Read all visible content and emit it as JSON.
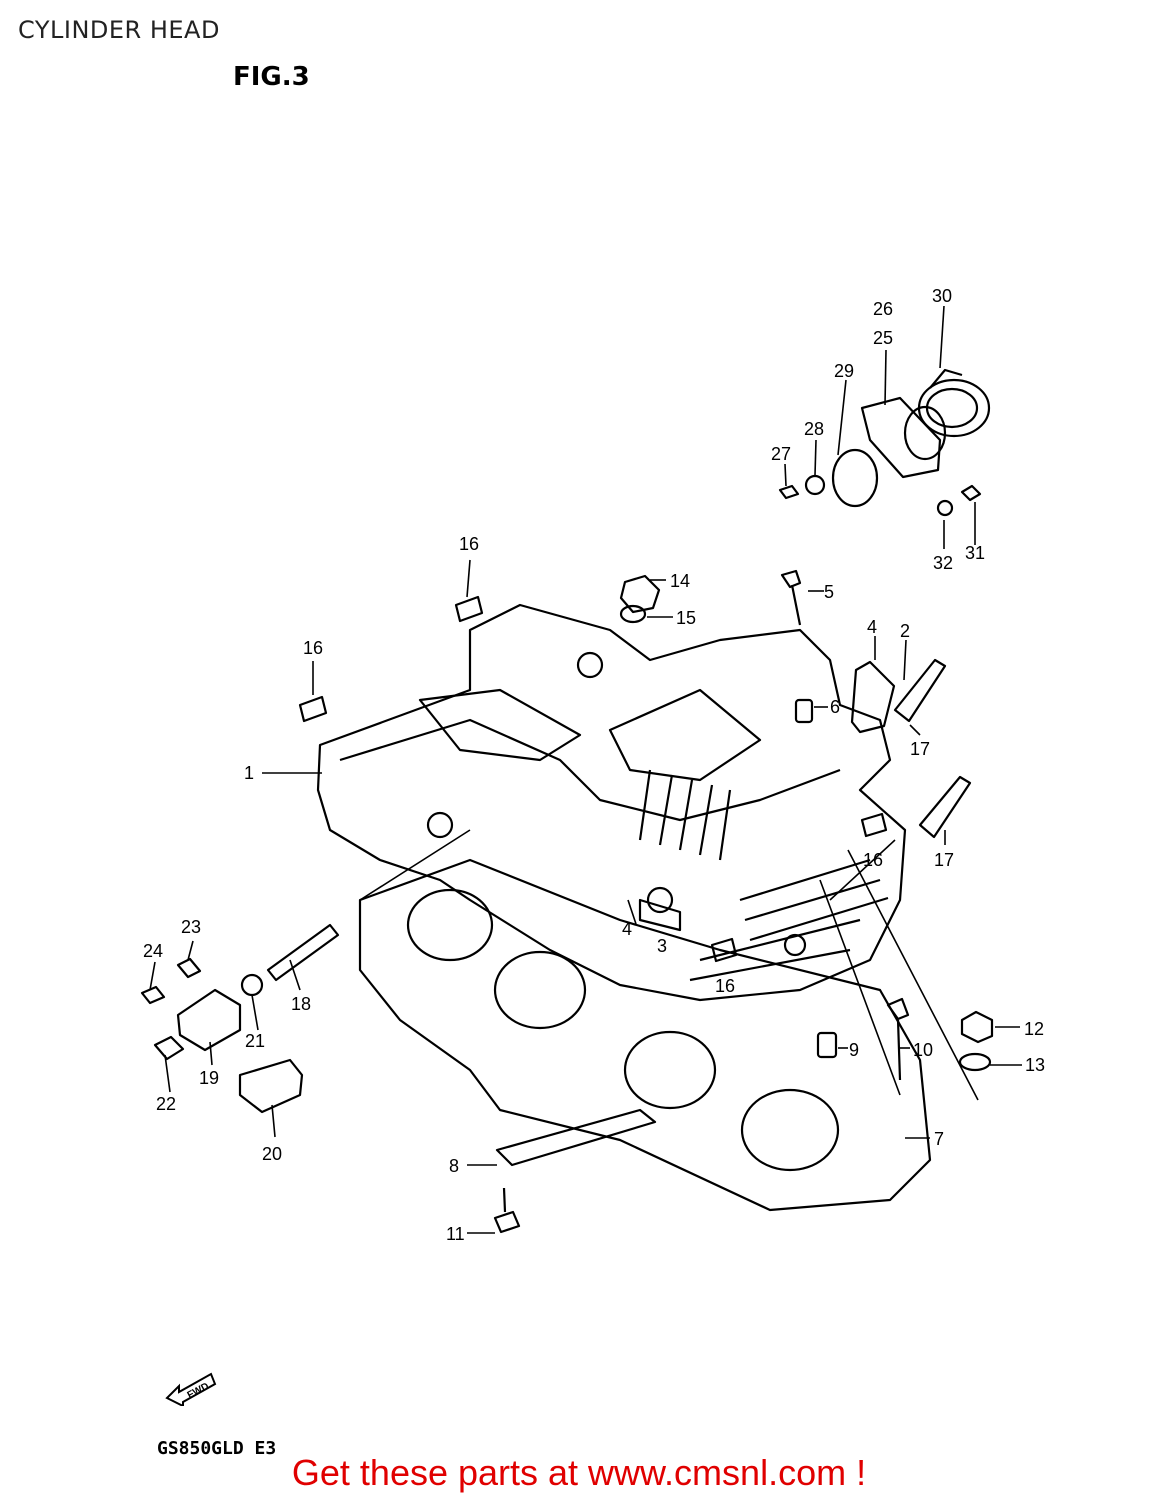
{
  "header": {
    "title": "CYLINDER HEAD",
    "figure_label": "FIG.3"
  },
  "footer": {
    "model_code": "GS850GLD E3",
    "call_to_action": "Get these parts at www.cmsnl.com !",
    "fwd_arrow_label": "FWD"
  },
  "callouts": [
    {
      "id": "c30",
      "label": "30"
    },
    {
      "id": "c26",
      "label": "26"
    },
    {
      "id": "c25",
      "label": "25"
    },
    {
      "id": "c29",
      "label": "29"
    },
    {
      "id": "c28",
      "label": "28"
    },
    {
      "id": "c27",
      "label": "27"
    },
    {
      "id": "c32",
      "label": "32"
    },
    {
      "id": "c31",
      "label": "31"
    },
    {
      "id": "c16a",
      "label": "16"
    },
    {
      "id": "c14",
      "label": "14"
    },
    {
      "id": "c15",
      "label": "15"
    },
    {
      "id": "c5",
      "label": "5"
    },
    {
      "id": "c16b",
      "label": "16"
    },
    {
      "id": "c4a",
      "label": "4"
    },
    {
      "id": "c2",
      "label": "2"
    },
    {
      "id": "c6",
      "label": "6"
    },
    {
      "id": "c17a",
      "label": "17"
    },
    {
      "id": "c1",
      "label": "1"
    },
    {
      "id": "c17b",
      "label": "17"
    },
    {
      "id": "c16c",
      "label": "16"
    },
    {
      "id": "c4b",
      "label": "4"
    },
    {
      "id": "c3",
      "label": "3"
    },
    {
      "id": "c16d",
      "label": "16"
    },
    {
      "id": "c23",
      "label": "23"
    },
    {
      "id": "c24",
      "label": "24"
    },
    {
      "id": "c18",
      "label": "18"
    },
    {
      "id": "c21",
      "label": "21"
    },
    {
      "id": "c19",
      "label": "19"
    },
    {
      "id": "c22",
      "label": "22"
    },
    {
      "id": "c20",
      "label": "20"
    },
    {
      "id": "c12",
      "label": "12"
    },
    {
      "id": "c13",
      "label": "13"
    },
    {
      "id": "c9",
      "label": "9"
    },
    {
      "id": "c10",
      "label": "10"
    },
    {
      "id": "c7",
      "label": "7"
    },
    {
      "id": "c8",
      "label": "8"
    },
    {
      "id": "c11",
      "label": "11"
    }
  ]
}
